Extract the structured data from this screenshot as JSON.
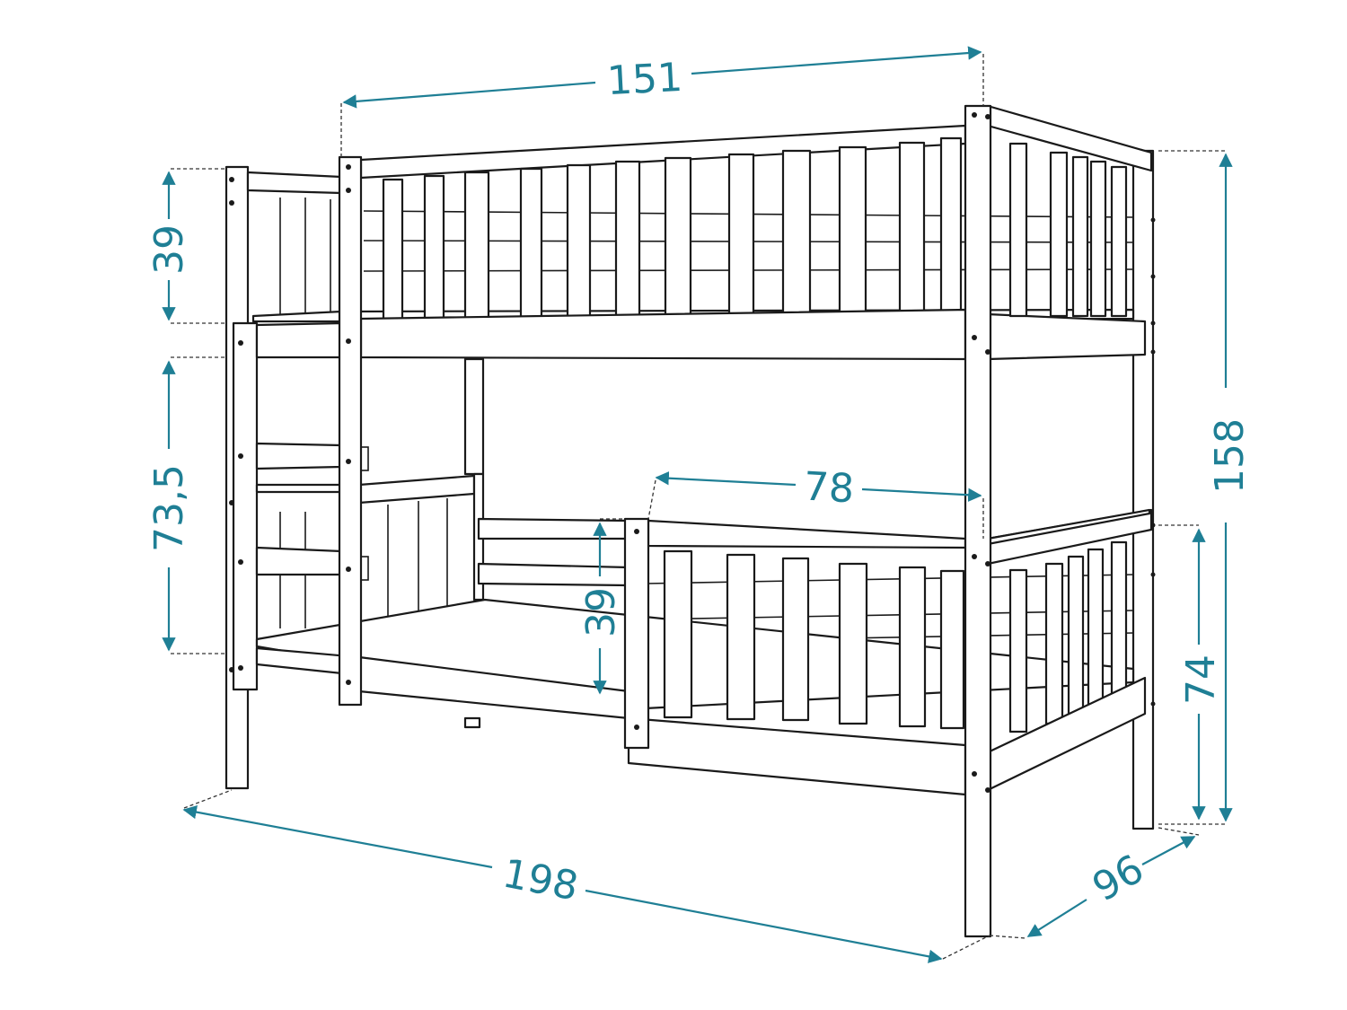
{
  "diagram": {
    "dimensions": {
      "top_width": "151",
      "upper_rail_height": "39",
      "lower_clearance": "73,5",
      "opening_width": "78",
      "lower_rail_height": "39",
      "total_height": "158",
      "lower_bed_height": "74",
      "length": "198",
      "depth": "96"
    },
    "colors": {
      "dimension": "#1f7f95",
      "outline": "#1a1a1a",
      "background": "#ffffff"
    }
  }
}
